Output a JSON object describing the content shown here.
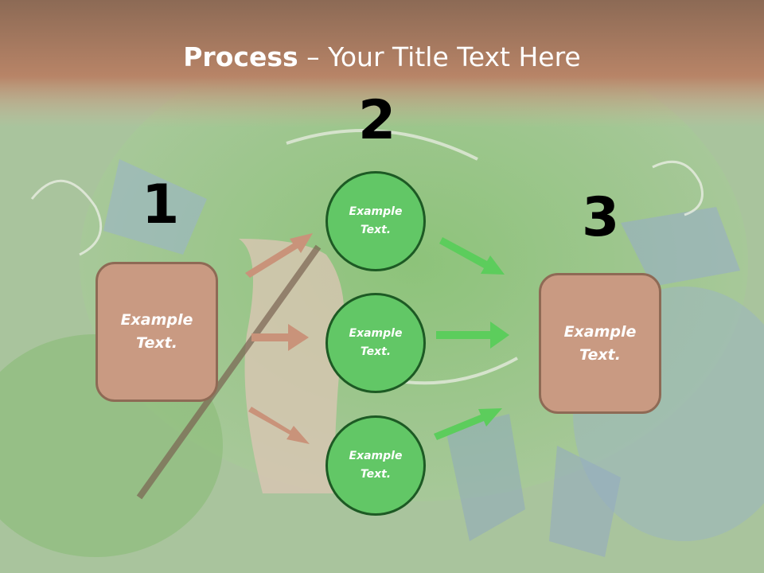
{
  "title": {
    "bold": "Process",
    "rest": " – Your Title Text Here"
  },
  "steps": {
    "one": "1",
    "two": "2",
    "three": "3"
  },
  "left_box": {
    "line1": "Example",
    "line2": "Text."
  },
  "right_box": {
    "line1": "Example",
    "line2": "Text."
  },
  "circles": [
    {
      "line1": "Example",
      "line2": "Text."
    },
    {
      "line1": "Example",
      "line2": "Text."
    },
    {
      "line1": "Example",
      "line2": "Text."
    }
  ],
  "colors": {
    "header_band": "#b88467",
    "box_fill": "#c99a82",
    "box_border": "#8e6a55",
    "circle_fill": "#62c766",
    "circle_border": "#1d5a24",
    "left_arrows": "#c9937a",
    "right_arrows": "#5ccd5c"
  }
}
